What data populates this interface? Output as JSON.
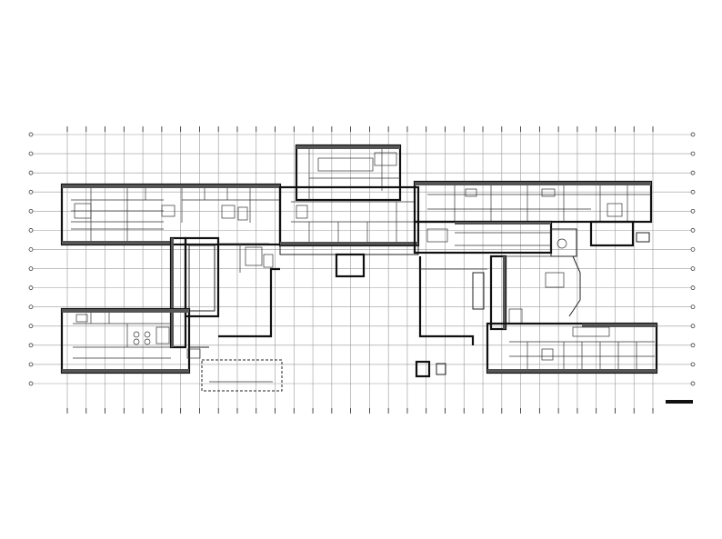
{
  "drawing": {
    "kind": "floor-plan",
    "background": "#ffffff",
    "line_color": "#111111",
    "grid_color": "#9a9a9a",
    "grid_columns": 32,
    "grid_rows": 14,
    "wings": [
      "west-wing",
      "central-block",
      "east-wing"
    ]
  }
}
